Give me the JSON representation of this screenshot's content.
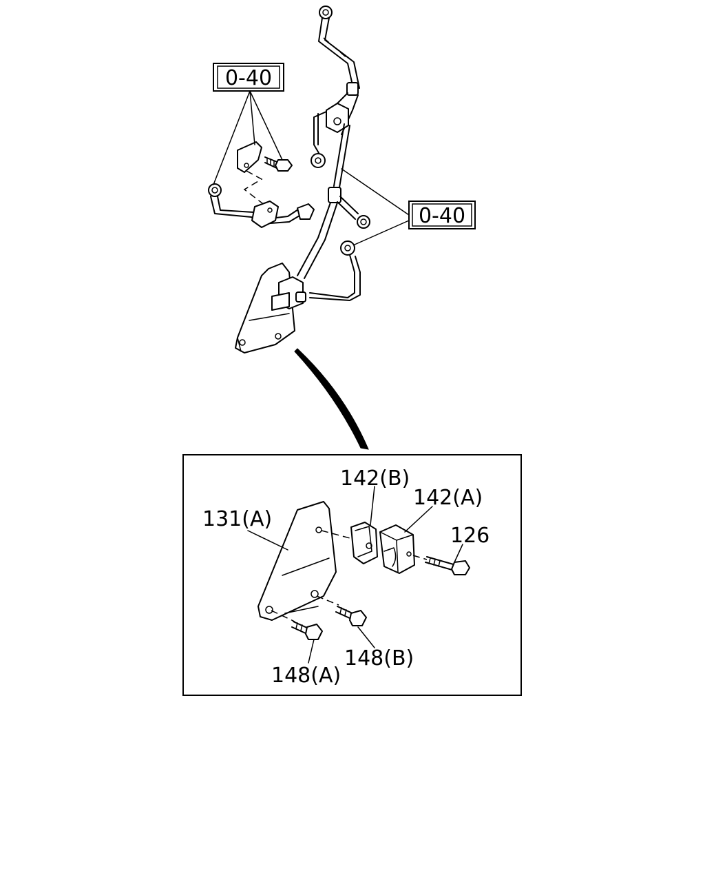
{
  "references": {
    "ref_top_left": "0-40",
    "ref_right": "0-40"
  },
  "part_labels": {
    "bracket": "131(A)",
    "clip_b": "142(B)",
    "clip_a": "142(A)",
    "bolt_126": "126",
    "bolt_148a": "148(A)",
    "bolt_148b": "148(B)"
  }
}
